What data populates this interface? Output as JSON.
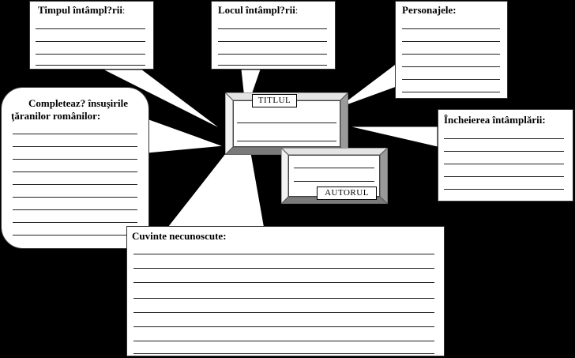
{
  "callouts": {
    "time": {
      "label": "Timpul întâmpl?rii",
      "suffix": ":"
    },
    "place": {
      "label": "Locul  întâmpl?rii",
      "suffix": ":"
    },
    "characters": {
      "label": "Personajele:"
    },
    "traits": {
      "line1": "Completeaz?  însuşirile",
      "line2": "ţăranilor românilor:"
    },
    "ending": {
      "label": "Încheierea întâmplării:"
    },
    "words": {
      "label": "Cuvinte necunoscute:"
    }
  },
  "center": {
    "title_label": "TITLUL",
    "author_label": "AUTORUL"
  }
}
